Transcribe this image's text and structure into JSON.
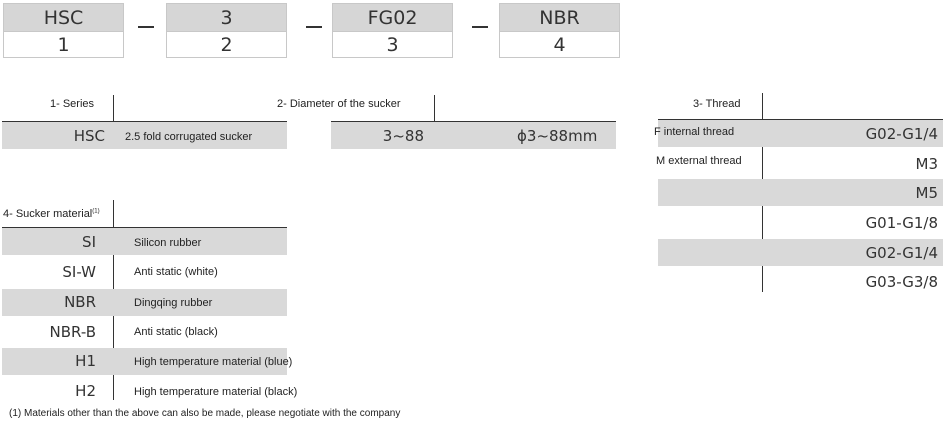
{
  "code": {
    "boxes": [
      {
        "value": "HSC",
        "index": "1"
      },
      {
        "value": "3",
        "index": "2"
      },
      {
        "value": "FG02",
        "index": "3"
      },
      {
        "value": "NBR",
        "index": "4"
      }
    ]
  },
  "series": {
    "header": "1- Series",
    "code": "HSC",
    "desc": "2.5 fold corrugated sucker"
  },
  "diameter": {
    "header": "2- Diameter of the sucker",
    "range": "3~88",
    "desc": "ϕ3~88mm"
  },
  "thread": {
    "header": "3- Thread",
    "labels": [
      "F internal thread",
      "M external thread"
    ],
    "values": [
      "G02-G1/4",
      "M3",
      "M5",
      "G01-G1/8",
      "G02-G1/4",
      "G03-G3/8"
    ]
  },
  "material": {
    "header": "4- Sucker material",
    "header_sup": "(1)",
    "rows": [
      {
        "code": "SI",
        "desc": "Silicon rubber"
      },
      {
        "code": "SI-W",
        "desc": "Anti static (white)"
      },
      {
        "code": "NBR",
        "desc": "Dingqing rubber"
      },
      {
        "code": "NBR-B",
        "desc": "Anti static (black)"
      },
      {
        "code": "H1",
        "desc": "High temperature material (blue)"
      },
      {
        "code": "H2",
        "desc": "High temperature material (black)"
      }
    ],
    "footnote": "(1) Materials other than the above can also be made, please negotiate with the company"
  }
}
